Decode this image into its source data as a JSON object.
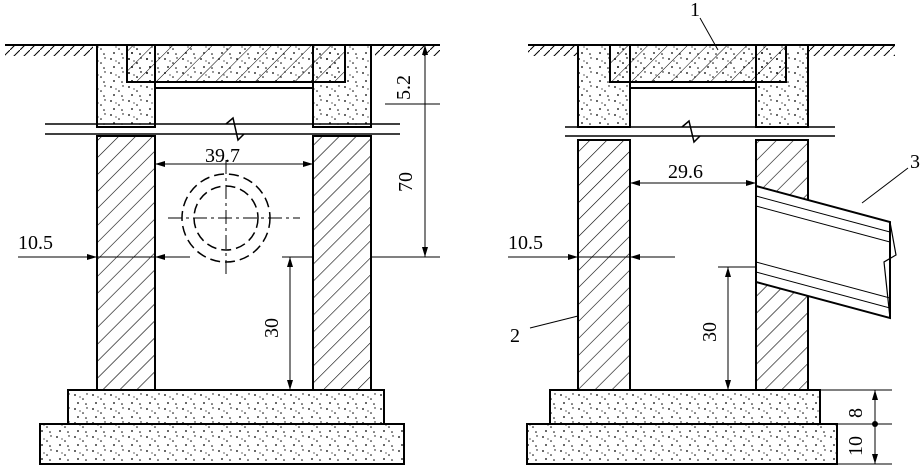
{
  "left_section": {
    "dims": {
      "inner_width": "39.7",
      "wall_thickness": "10.5",
      "slab_thickness": "5.2",
      "height_above_pipe": "70",
      "pipe_height": "30"
    }
  },
  "right_section": {
    "callouts": {
      "slab": "1",
      "wall": "2",
      "pipe": "3"
    },
    "dims": {
      "inner_width": "29.6",
      "wall_thickness": "10.5",
      "pipe_height": "30",
      "upper_footing": "8",
      "lower_footing": "10"
    }
  }
}
